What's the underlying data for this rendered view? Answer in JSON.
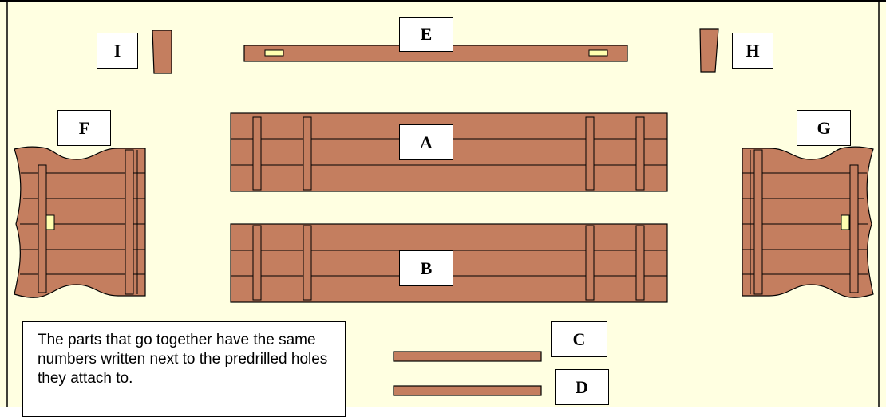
{
  "colors": {
    "background": "#FFFFE1",
    "wood": "#C47E5F",
    "outline": "#000000",
    "slot": "#FFFFB0"
  },
  "parts": {
    "A": "A",
    "B": "B",
    "C": "C",
    "D": "D",
    "E": "E",
    "F": "F",
    "G": "G",
    "H": "H",
    "I": "I"
  },
  "note": {
    "text": "The parts that go together have the same numbers written next to the predrilled holes they attach to."
  }
}
